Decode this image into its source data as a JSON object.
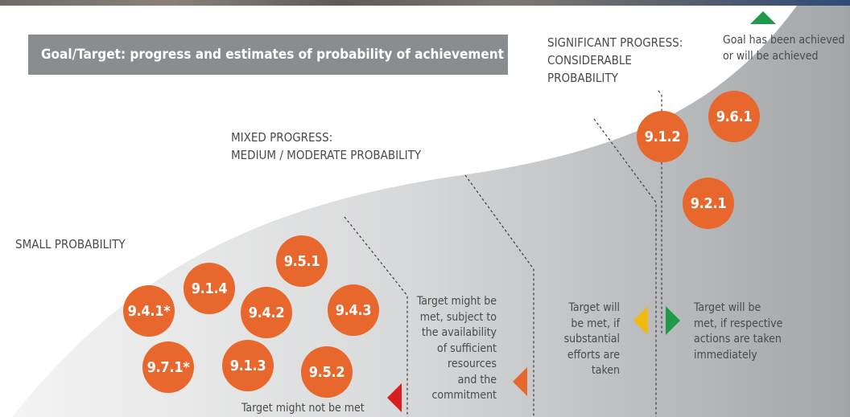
{
  "banner": {
    "title": "Goal/Target: progress and estimates of probability of achievement"
  },
  "zones": {
    "significant": [
      "SIGNIFICANT PROGRESS:",
      "CONSIDERABLE",
      "PROBABILITY"
    ],
    "mixed": [
      "MIXED PROGRESS:",
      "MEDIUM / MODERATE PROBABILITY"
    ],
    "small": "SMALL PROBABILITY"
  },
  "legend": {
    "achieved": [
      "Goal has been achieved",
      "or will be achieved"
    ],
    "immediate": [
      "Target will be",
      "met, if respective",
      "actions are taken",
      "immediately"
    ],
    "substantial": [
      "Target will",
      "be met, if",
      "substantial",
      "efforts are",
      "taken"
    ],
    "resources": [
      "Target might be",
      "met, subject to",
      "the availability",
      "of sufficient",
      "resources",
      "and the",
      "commitment"
    ],
    "not_met": "Target might not be met"
  },
  "targets": [
    "9.6.1",
    "9.1.2",
    "9.2.1",
    "9.5.1",
    "9.1.4",
    "9.4.1*",
    "9.4.2",
    "9.4.3",
    "9.7.1*",
    "9.1.3",
    "9.5.2"
  ],
  "colors": {
    "target_circle": "#e8672d",
    "achieved_marker": "#1e9a4a",
    "substantial_marker": "#f2b90f",
    "resources_marker": "#e8672d",
    "not_met_marker": "#d81e1e",
    "banner_bg": "#8a8d90",
    "swoosh": "#b6b8ba"
  },
  "icons": [
    "triangle-up-green-icon",
    "triangle-left-yellow-icon",
    "triangle-right-green-icon",
    "triangle-left-orange-icon",
    "triangle-left-red-icon"
  ]
}
